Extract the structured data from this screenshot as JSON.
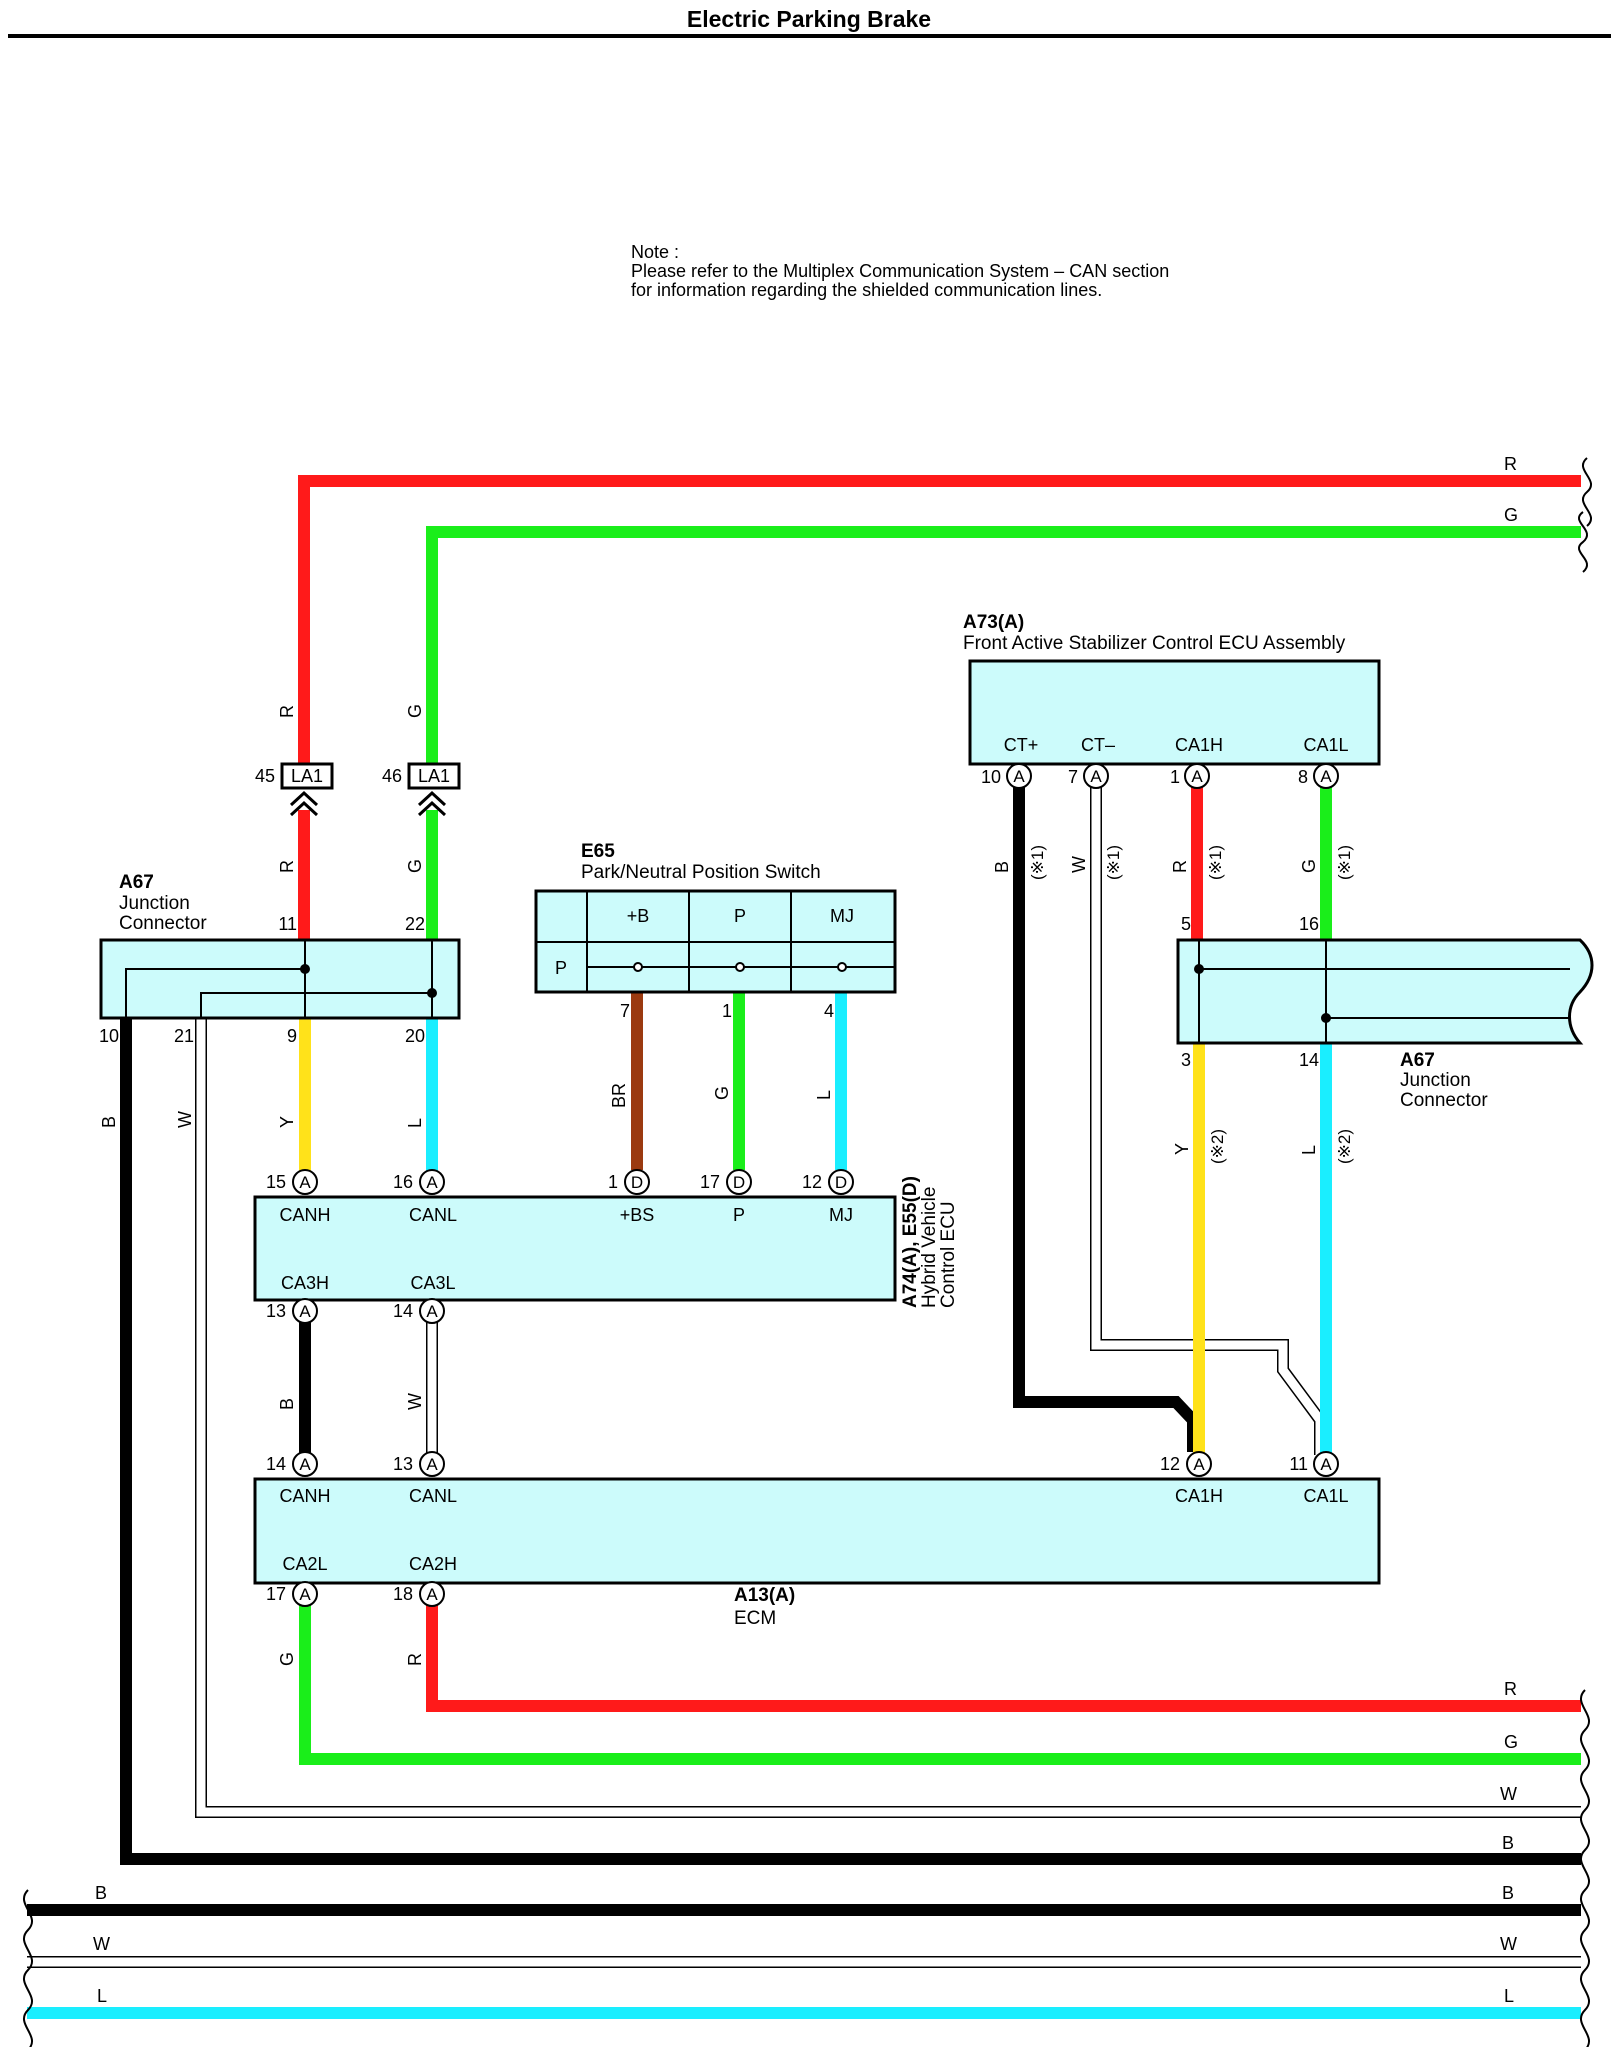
{
  "title": "Electric Parking Brake",
  "note": [
    "Note :",
    "Please refer to the Multiplex Communication System – CAN section",
    "for information regarding the shielded communication lines."
  ],
  "colors": {
    "R": "#ff1a1a",
    "G": "#1aee1a",
    "L": "#1aeeff",
    "Y": "#ffe21a",
    "BR": "#9b3a10",
    "B": "#000000",
    "W": "#ffffff",
    "box": "#ccfbfb"
  },
  "connectors": {
    "A73A": {
      "code": "A73(A)",
      "name": "Front Active Stabilizer Control ECU Assembly",
      "terminals": [
        "CT+",
        "CT–",
        "CA1H",
        "CA1L"
      ],
      "pins": [
        "10",
        "7",
        "1",
        "8"
      ]
    },
    "A67_left": {
      "code": "A67",
      "name": [
        "Junction",
        "Connector"
      ],
      "pins_top": [
        "11",
        "22"
      ],
      "pins_bottom": [
        "10",
        "21",
        "9",
        "20"
      ]
    },
    "A67_right": {
      "code": "A67",
      "name": [
        "Junction",
        "Connector"
      ],
      "pins_top": [
        "5",
        "16"
      ],
      "pins_bottom": [
        "3",
        "14"
      ]
    },
    "LA1": {
      "label": "LA1",
      "pins": [
        "45",
        "46"
      ]
    },
    "E65": {
      "code": "E65",
      "name": "Park/Neutral Position Switch",
      "terminals": [
        "+B",
        "P",
        "MJ"
      ],
      "row_label": "P",
      "pins": [
        "7",
        "1",
        "4"
      ]
    },
    "HVECU": {
      "code": "A74(A), E55(D)",
      "name": [
        "Hybrid Vehicle",
        "Control ECU"
      ],
      "top_terminals": [
        "CANH",
        "CANL",
        "+BS",
        "P",
        "MJ"
      ],
      "top_pins": [
        "15",
        "16",
        "1",
        "17",
        "12"
      ],
      "top_connectors": [
        "A",
        "A",
        "D",
        "D",
        "D"
      ],
      "bottom_terminals": [
        "CA3H",
        "CA3L"
      ],
      "bottom_pins": [
        "13",
        "14"
      ]
    },
    "ECM": {
      "code": "A13(A)",
      "name": "ECM",
      "top_terminals": [
        "CANH",
        "CANL",
        "CA1H",
        "CA1L"
      ],
      "top_pins": [
        "14",
        "13",
        "12",
        "11"
      ],
      "bottom_terminals": [
        "CA2L",
        "CA2H"
      ],
      "bottom_pins": [
        "17",
        "18"
      ]
    }
  },
  "connector_letter": "A",
  "wire_labels": {
    "R": "R",
    "G": "G",
    "Y": "Y",
    "L": "L",
    "B": "B",
    "W": "W",
    "BR": "BR"
  },
  "note_marks": {
    "m1": "(※1)",
    "m2": "(※2)"
  }
}
